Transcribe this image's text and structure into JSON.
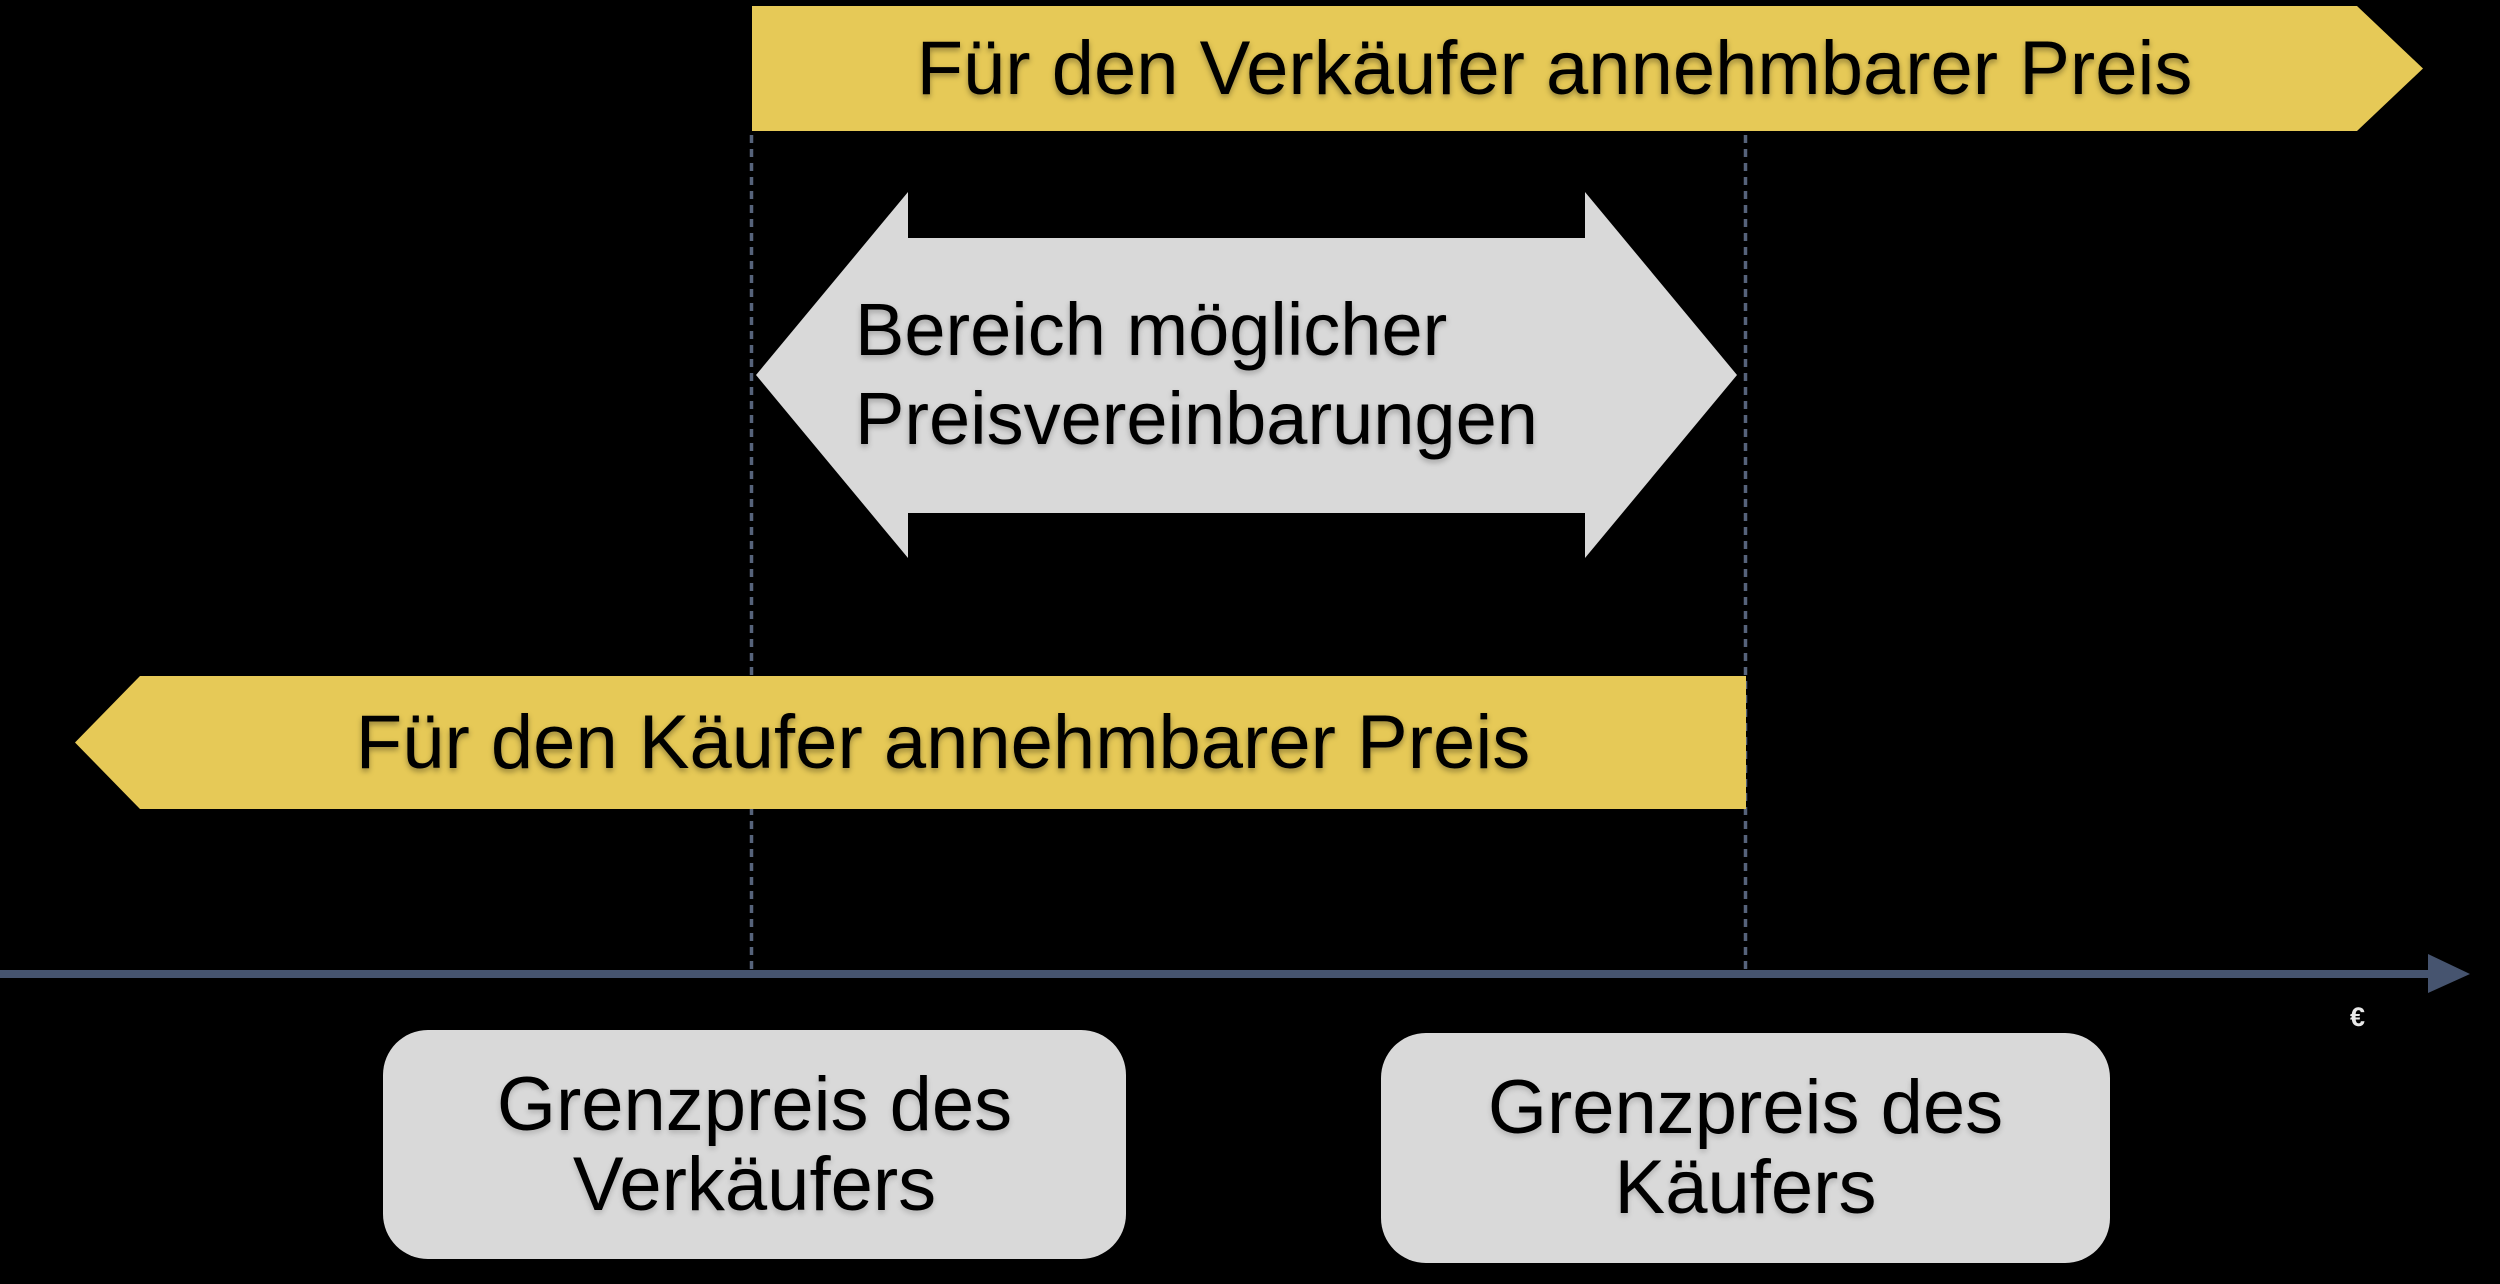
{
  "slide": {
    "background_color": "#000000",
    "seller_banner": {
      "label": "Für den Verkäufer annehmbarer Preis",
      "color": "#e6c957"
    },
    "zopa_arrow": {
      "line1": "Bereich möglicher",
      "line2": "Preisvereinbarungen",
      "color": "#d9d9d9"
    },
    "buyer_banner": {
      "label": "Für den Käufer annehmbarer Preis",
      "color": "#e6c957"
    },
    "guides": {
      "color": "#56637b"
    },
    "price_axis": {
      "currency_symbol": "€",
      "color": "#46546f"
    },
    "seller_limit_box": {
      "line1": "Grenzpreis des",
      "line2": "Verkäufers",
      "color": "#d9d9d9"
    },
    "buyer_limit_box": {
      "line1": "Grenzpreis des",
      "line2": "Käufers",
      "color": "#d9d9d9"
    }
  }
}
